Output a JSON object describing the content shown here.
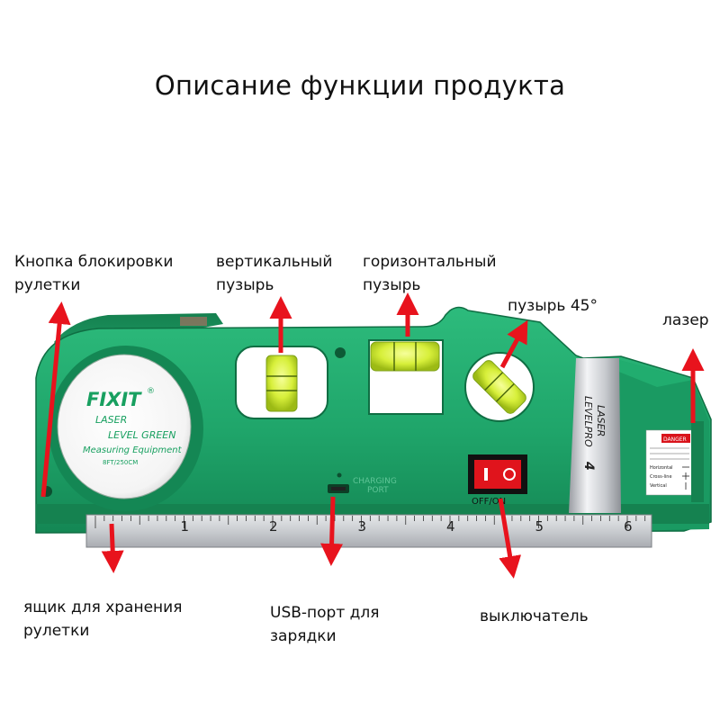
{
  "title": "Описание функции продукта",
  "labels": {
    "lock_button": [
      "Кнопка блокировки",
      "рулетки"
    ],
    "vertical_bubble": [
      "вертикальный",
      "пузырь"
    ],
    "horizontal_bubble": [
      "горизонтальный",
      "пузырь"
    ],
    "bubble_45": "пузырь 45°",
    "laser": "лазер",
    "tape_storage": [
      "ящик для хранения",
      "рулетки"
    ],
    "usb_port": [
      "USB-порт для",
      "зарядки"
    ],
    "switch": "выключатель"
  },
  "device": {
    "brand": "FIXIT",
    "registered": "®",
    "line1": "LASER",
    "line2": "LEVEL GREEN",
    "line3": "Measuring Equipment",
    "tape_spec": "8FT/250CM",
    "side_text_1": "LASER",
    "side_text_2": "LEVELPRO",
    "side_model": "4",
    "port_text_1": "CHARGING",
    "port_text_2": "PORT",
    "switch_text": "OFF/ON",
    "warning": "DANGER",
    "modes": [
      "Horizontal",
      "Cross-line",
      "Vertical"
    ],
    "ruler_numbers": [
      "1",
      "2",
      "3",
      "4",
      "5",
      "6"
    ]
  },
  "colors": {
    "body_green": "#1fa56a",
    "dark_green": "#137a4b",
    "bubble": "#d7ef3a",
    "arrow_red": "#e8131d",
    "switch_red": "#e0141c",
    "ruler": "#c9ccd0"
  }
}
